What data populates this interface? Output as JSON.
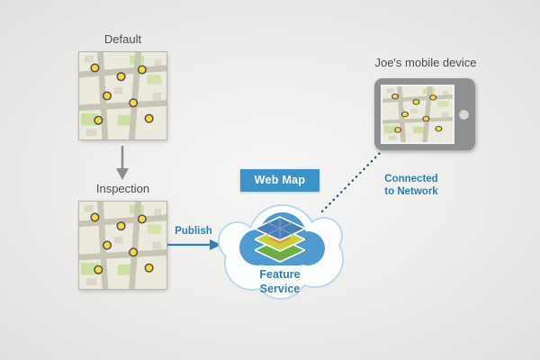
{
  "diagram": {
    "labels": {
      "default": "Default",
      "inspection": "Inspection",
      "publish": "Publish",
      "web_map": "Web Map",
      "feature_service": "Feature Service",
      "connected": "Connected to Network",
      "device": "Joe's mobile device"
    },
    "colors": {
      "accent_blue": "#2e7fb5",
      "web_map_bg": "#3f92c8",
      "cloud_fill": "#4f9bd0",
      "cloud_outline": "#bcd8ec",
      "arrow_gray": "#8d8d8d",
      "map_background": "#eceadf",
      "marker_yellow": "#f7d84a",
      "tablet_body": "#8f9091"
    }
  }
}
